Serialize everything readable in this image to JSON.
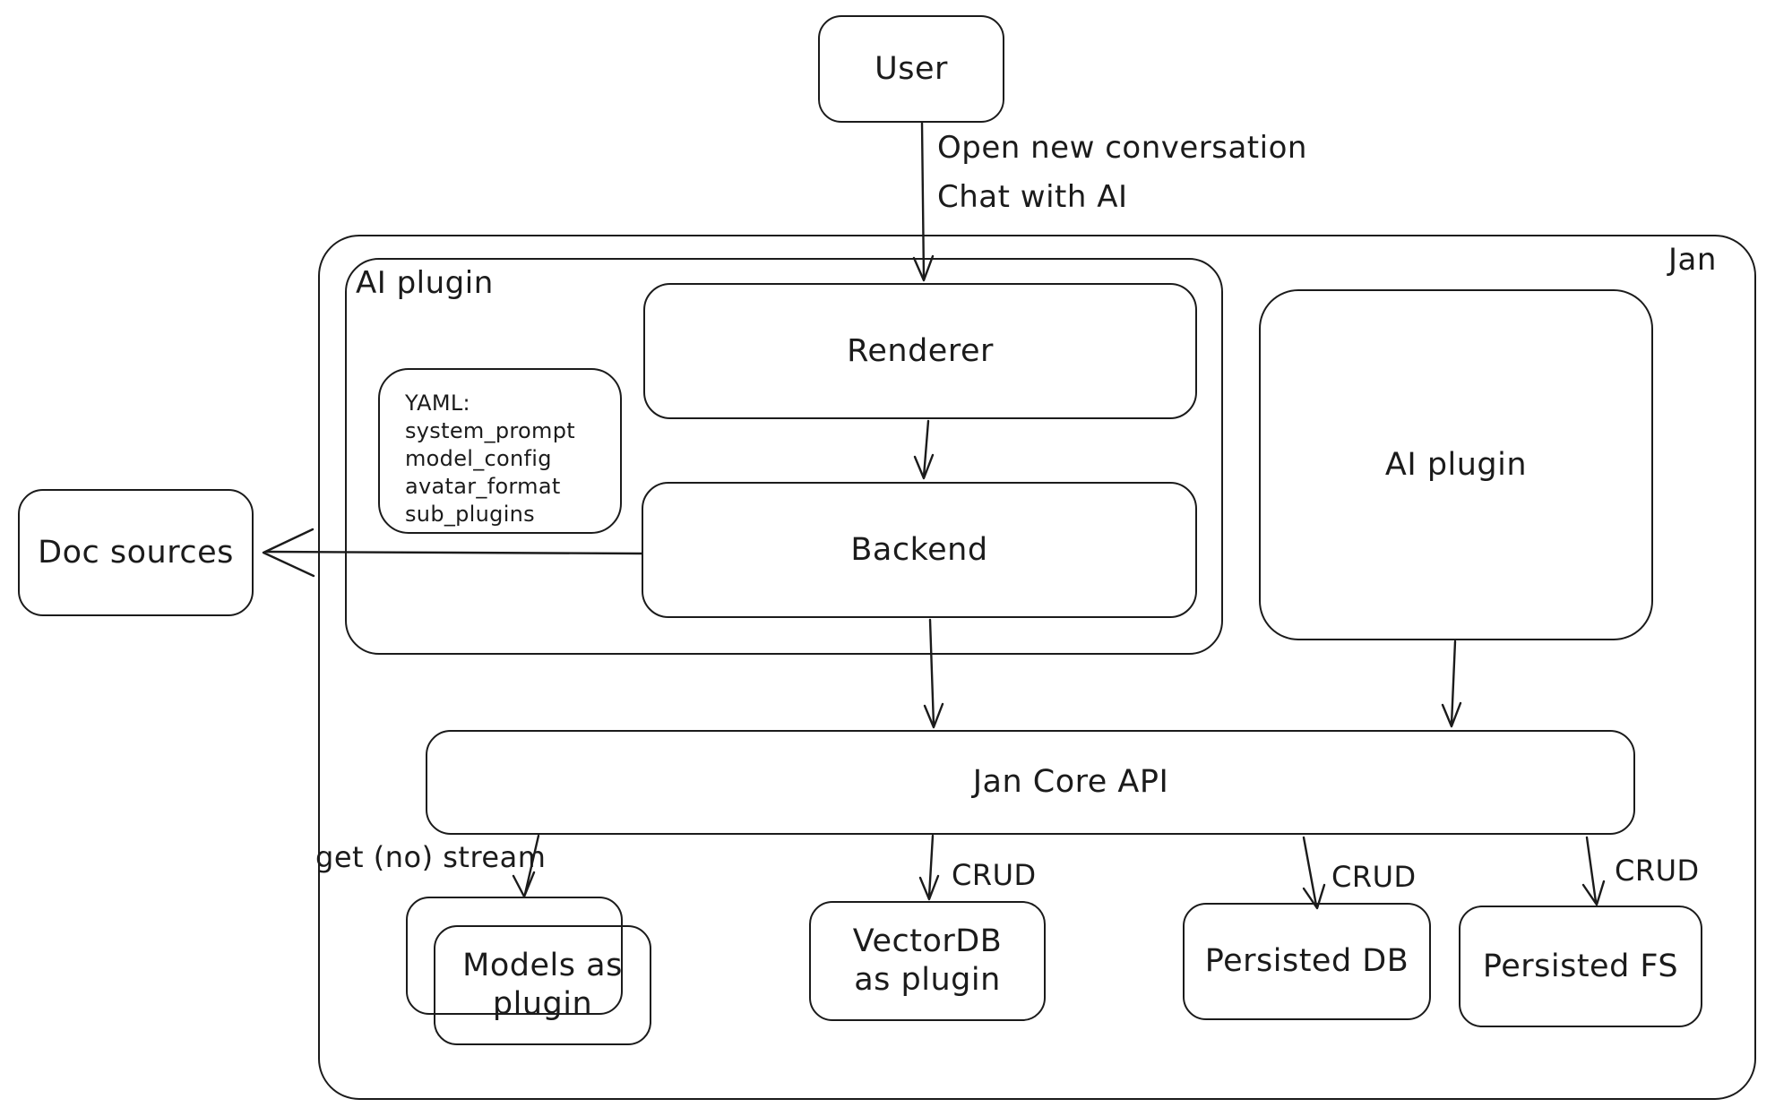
{
  "diagram": {
    "system_label": "Jan",
    "colors": {
      "stroke": "#1b1b1b",
      "background": "#ffffff"
    },
    "nodes": {
      "user": {
        "label": "User"
      },
      "ai_plugin_container": {
        "label": "AI plugin"
      },
      "yaml_note": {
        "lines": [
          "YAML:",
          "system_prompt",
          "model_config",
          "avatar_format",
          "sub_plugins"
        ]
      },
      "renderer": {
        "label": "Renderer"
      },
      "backend": {
        "label": "Backend"
      },
      "ai_plugin_right": {
        "label": "AI plugin"
      },
      "doc_sources": {
        "label": "Doc sources"
      },
      "jan_core_api": {
        "label": "Jan Core API"
      },
      "models_plugin": {
        "label": "Models as plugin"
      },
      "vectordb_plugin": {
        "label": "VectorDB as plugin"
      },
      "persisted_db": {
        "label": "Persisted DB"
      },
      "persisted_fs": {
        "label": "Persisted FS"
      }
    },
    "edges": {
      "user_to_renderer": {
        "labels": [
          "Open new conversation",
          "Chat with AI"
        ]
      },
      "api_to_models": {
        "label": "get (no) stream"
      },
      "api_to_vectordb": {
        "label": "CRUD"
      },
      "api_to_persisted_db": {
        "label": "CRUD"
      },
      "api_to_persisted_fs": {
        "label": "CRUD"
      }
    }
  }
}
